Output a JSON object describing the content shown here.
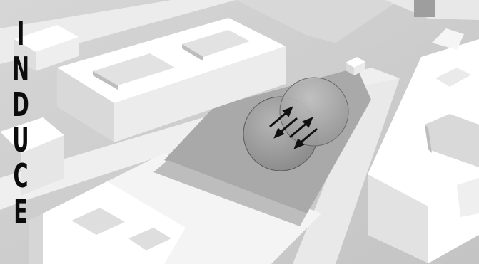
{
  "heading": {
    "letters": [
      "I",
      "N",
      "D",
      "U",
      "C",
      "E"
    ]
  },
  "colors": {
    "ground": "#c9c9c9",
    "building_top": "#ffffff",
    "building_side": "#e6e6e6",
    "road": "#f2f2f2",
    "plaza": "#a9a9a9",
    "sphere": "#8f8f8f",
    "arrows": "#111111"
  },
  "icons": [
    "double-arrow-icon",
    "double-arrow-icon"
  ]
}
